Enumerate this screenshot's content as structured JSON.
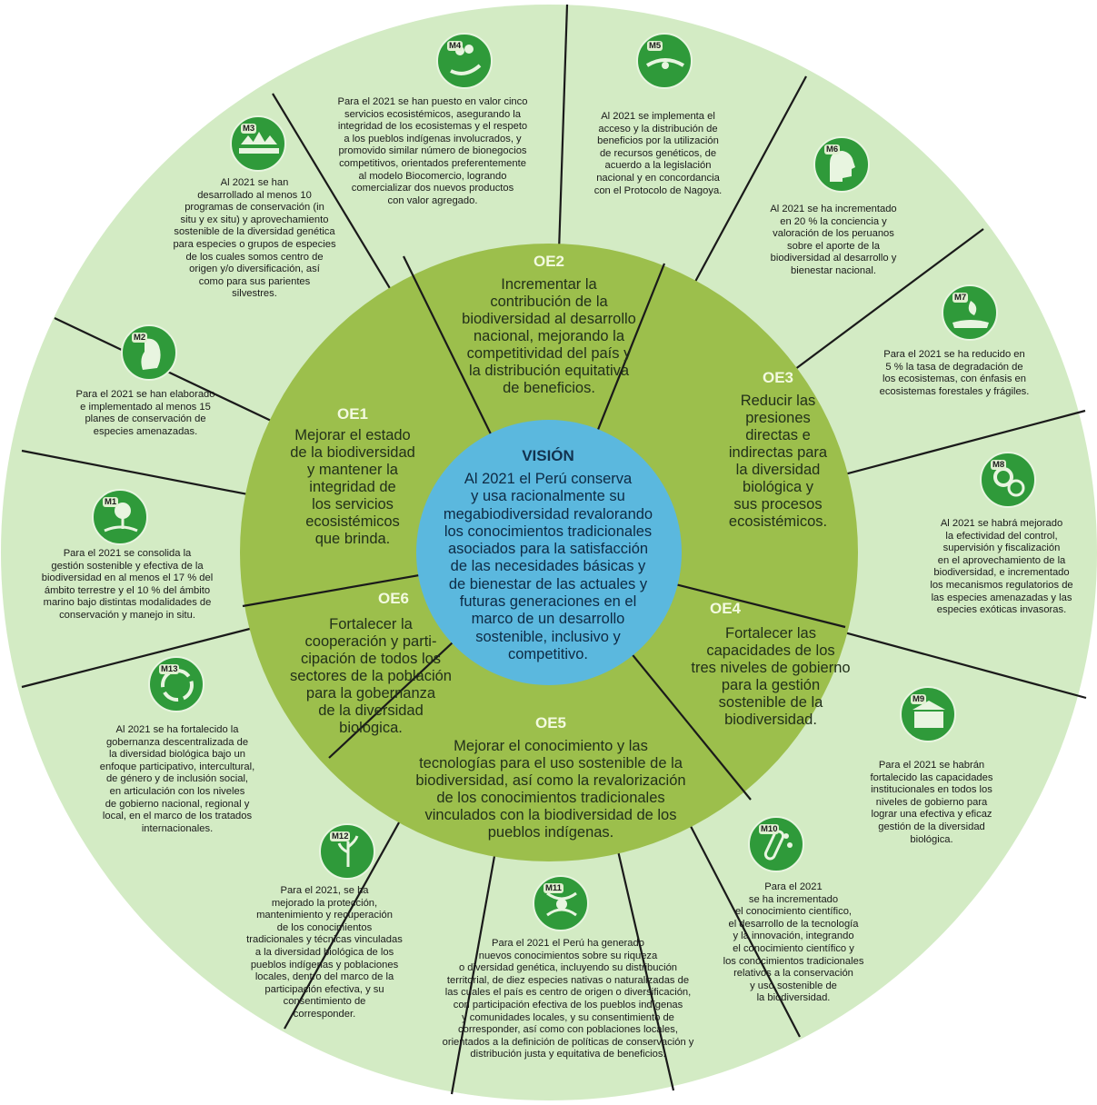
{
  "colors": {
    "background": "#ffffff",
    "outer_ring": "#d3ebc4",
    "middle_ring": "#9cbf4c",
    "center_circle": "#5bb8de",
    "divider": "#1a1a1a",
    "badge": "#2f9a3a",
    "oe_title": "#f3fae0",
    "vision_title": "#12324f"
  },
  "vision": {
    "title": "VISIÓN",
    "text": "Al 2021 el Perú conserva\ny usa racionalmente su\nmegabiodiversidad revalorando\nlos conocimientos tradicionales\nasociados para la satisfacción\nde las necesidades básicas y\nde bienestar de las actuales y\nfuturas generaciones en el\nmarco de un desarrollo\nsostenible, inclusivo y\ncompetitivo."
  },
  "objectives": [
    {
      "code": "OE1",
      "text": "Mejorar el estado\nde la biodiversidad\ny mantener la\nintegridad de\nlos servicios\necosistémicos\nque brinda."
    },
    {
      "code": "OE2",
      "text": "Incrementar la\ncontribución de la\nbiodiversidad al desarrollo\nnacional, mejorando la\ncompetitividad del país y\nla distribución equitativa\nde beneficios."
    },
    {
      "code": "OE3",
      "text": "Reducir las\npresiones\ndirectas e\nindirectas para\nla diversidad\nbiológica y\nsus procesos\necosistémicos."
    },
    {
      "code": "OE4",
      "text": "Fortalecer las\ncapacidades de los\ntres niveles de gobierno\npara la gestión\nsostenible de la\nbiodiversidad."
    },
    {
      "code": "OE5",
      "text": "Mejorar el conocimiento y las\ntecnologías para el uso sostenible de la\nbiodiversidad, así como la revalorización\nde los conocimientos tradicionales\nvinculados con la biodiversidad de los\npueblos indígenas."
    },
    {
      "code": "OE6",
      "text": "Fortalecer la\ncooperación y parti-\ncipación de todos los\nsectores de la población\npara la gobernanza\nde la diversidad\nbiológica."
    }
  ],
  "goals": [
    {
      "code": "M1",
      "icon": "tree-hand-icon",
      "text": "Para el 2021 se consolida la\ngestión sostenible y efectiva de la\nbiodiversidad en al menos el 17 % del\námbito terrestre y el 10 % del ámbito\nmarino bajo distintas modalidades de\nconservación y manejo in situ."
    },
    {
      "code": "M2",
      "icon": "condor-icon",
      "text": "Para el 2021 se han elaborado\ne implementado al menos 15\nplanes de conservación de\nespecies amenazadas."
    },
    {
      "code": "M3",
      "icon": "forest-people-icon",
      "text": "Al 2021 se han\ndesarrollado al menos 10\nprogramas de conservación (in\nsitu y ex situ) y aprovechamiento\nsostenible de la diversidad genética\npara especies o grupos de especies\nde los cuales somos centro de\norigen y/o diversificación, así\ncomo para sus parientes\nsilvestres."
    },
    {
      "code": "M4",
      "icon": "plant-hand-icon",
      "text": "Para el 2021 se han puesto en valor cinco\nservicios ecosistémicos, asegurando la\nintegridad de los ecosistemas y el respeto\na los pueblos indígenas involucrados, y\npromovido similar número de bionegocios\ncompetitivos, orientados preferentemente\nal modelo Biocomercio, logrando\ncomercializar dos nuevos productos\ncon valor agregado."
    },
    {
      "code": "M5",
      "icon": "hands-seed-icon",
      "text": "Al 2021 se implementa el\nacceso y la distribución de\nbeneficios por la utilización\nde recursos genéticos, de\nacuerdo a la legislación\nnacional y en concordancia\ncon el Protocolo de Nagoya."
    },
    {
      "code": "M6",
      "icon": "head-tree-icon",
      "text": "Al 2021 se ha incrementado\nen 20 % la conciencia y\nvaloración de los peruanos\nsobre el aporte de la\nbiodiversidad al desarrollo y\nbienestar nacional."
    },
    {
      "code": "M7",
      "icon": "hand-leaf-icon",
      "text": "Para el 2021 se ha reducido en\n5 % la tasa de degradación de\nlos ecosistemas, con énfasis en\necosistemas forestales y frágiles."
    },
    {
      "code": "M8",
      "icon": "gears-check-icon",
      "text": "Al 2021 se habrá mejorado\nla efectividad del control,\nsupervisión y fiscalización\nen el aprovechamiento de la\nbiodiversidad, e incrementado\nlos mecanismos regulatorios de\nlas especies amenazadas y las\nespecies exóticas invasoras."
    },
    {
      "code": "M9",
      "icon": "government-building-icon",
      "text": "Para el 2021 se habrán\nfortalecido las capacidades\ninstitucionales en todos los\nniveles de gobierno para\nlograr una efectiva y eficaz\ngestión de la diversidad\nbiológica."
    },
    {
      "code": "M10",
      "icon": "test-tube-icon",
      "text": "Para el 2021\nse ha incrementado\nel conocimiento científico,\nel desarrollo de la tecnología\ny la innovación, integrando\nel conocimiento científico y\nlos conocimientos tradicionales\nrelativos a la conservación\ny uso sostenible de\nla biodiversidad."
    },
    {
      "code": "M11",
      "icon": "dna-plant-icon",
      "text": "Para el 2021 el Perú ha generado\nnuevos conocimientos sobre su riqueza\no diversidad genética, incluyendo su distribución\nterritorial, de diez especies nativas o naturalizadas de\nlas cuales el país es centro de origen o diversificación,\ncon participación efectiva de los pueblos indígenas\ny comunidades locales, y su consentimiento de\ncorresponder, así como con poblaciones locales,\norientados a la definición de políticas de conservación y\ndistribución justa y equitativa de beneficios."
    },
    {
      "code": "M12",
      "icon": "hand-plant-icon",
      "text": "Para el 2021, se ha\nmejorado la protección,\nmantenimiento y recuperación\nde los conocimientos\ntradicionales y técnicas vinculadas\na la diversidad biológica de los\npueblos indígenas y poblaciones\nlocales, dentro del marco de la\nparticipación efectiva, y su\nconsentimiento de\ncorresponder."
    },
    {
      "code": "M13",
      "icon": "people-cycle-icon",
      "text": "Al 2021 se ha fortalecido la\ngobernanza descentralizada de\nla diversidad biológica bajo un\nenfoque participativo, intercultural,\nde género y de inclusión social,\nen articulación con los niveles\nde gobierno nacional, regional y\nlocal, en el marco de los tratados\ninternacionales."
    }
  ]
}
